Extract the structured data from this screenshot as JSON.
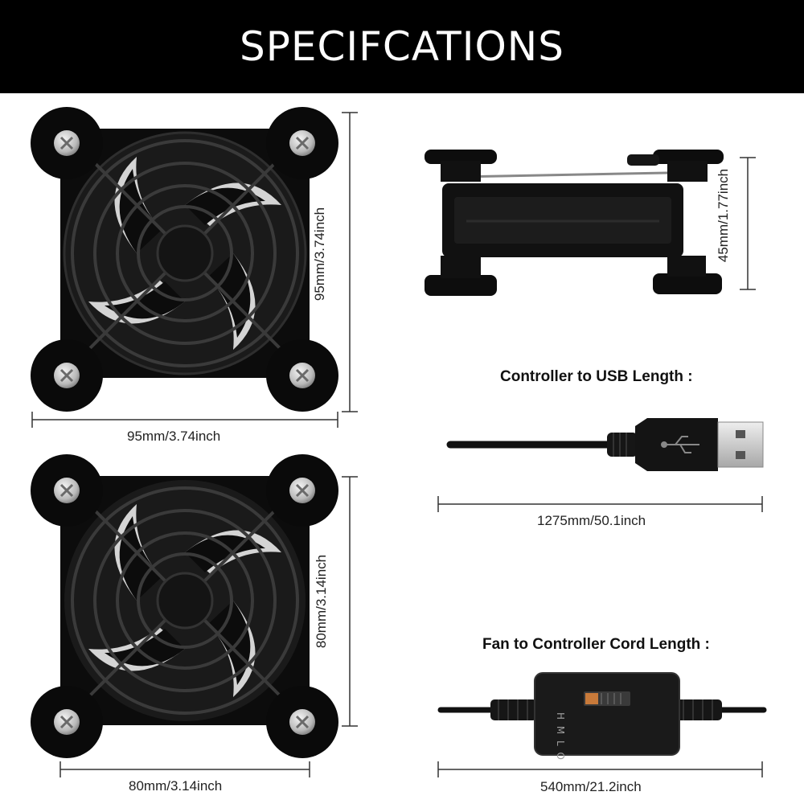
{
  "header": {
    "title": "SPECIFCATIONS"
  },
  "fan_large": {
    "width_label": "95mm/3.74inch",
    "height_label": "95mm/3.74inch"
  },
  "fan_small": {
    "width_label": "80mm/3.14inch",
    "height_label": "80mm/3.14inch"
  },
  "fan_side": {
    "thickness_label": "45mm/1.77inch"
  },
  "usb_cable": {
    "heading": "Controller to USB Length :",
    "length_label": "1275mm/50.1inch"
  },
  "controller_cord": {
    "heading": "Fan to Controller Cord Length :",
    "length_label": "540mm/21.2inch",
    "switch_letters": "H M L O"
  },
  "colors": {
    "banner": "#000000",
    "fan": "#111111",
    "screw": "#c8c8c8",
    "dimension_line": "#333333"
  }
}
